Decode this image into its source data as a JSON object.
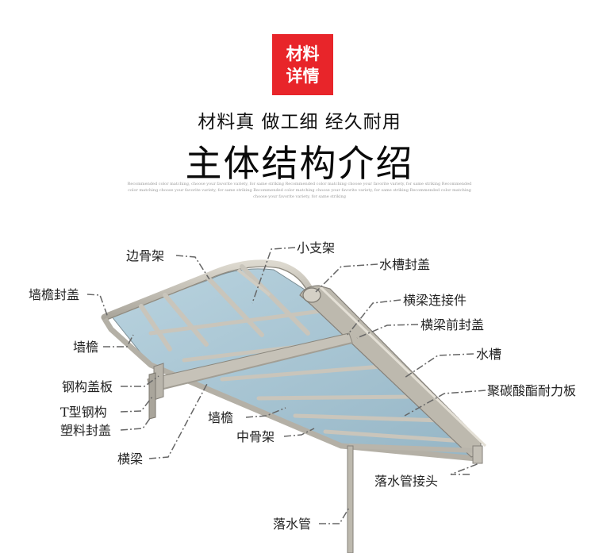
{
  "badge": {
    "line1": "材料",
    "line2": "详情"
  },
  "header": {
    "tagline": "材料真 做工细 经久耐用",
    "title": "主体结构介绍",
    "fineprint": "Recommended color matching, choose your favorite variety, for same striking Recommended color matching choose your favorite variety, for same striking Recommended color matching choose your favorite variety, for same striking Recommended color matching choose your favorite variety, for same striking Recommended color matching choose your favorite variety, for same striking"
  },
  "labels": {
    "edge_frame": "边骨架",
    "small_bracket": "小支架",
    "gutter_cap": "水槽封盖",
    "wall_eave_cap": "墙檐封盖",
    "beam_connector": "横梁连接件",
    "beam_front_cap": "横梁前封盖",
    "wall_eave_left": "墙檐",
    "gutter": "水槽",
    "steel_cover": "钢构盖板",
    "pc_board": "聚碳酸酯耐力板",
    "t_steel": "T型钢构",
    "wall_eave_mid": "墙檐",
    "plastic_cap": "塑料封盖",
    "mid_frame": "中骨架",
    "beam": "横梁",
    "downpipe_joint": "落水管接头",
    "downpipe": "落水管"
  },
  "colors": {
    "badge": "#e8252a",
    "panel": "#a6c3d2",
    "frame": "#c4c0b6",
    "frame_dark": "#8e8a80"
  }
}
